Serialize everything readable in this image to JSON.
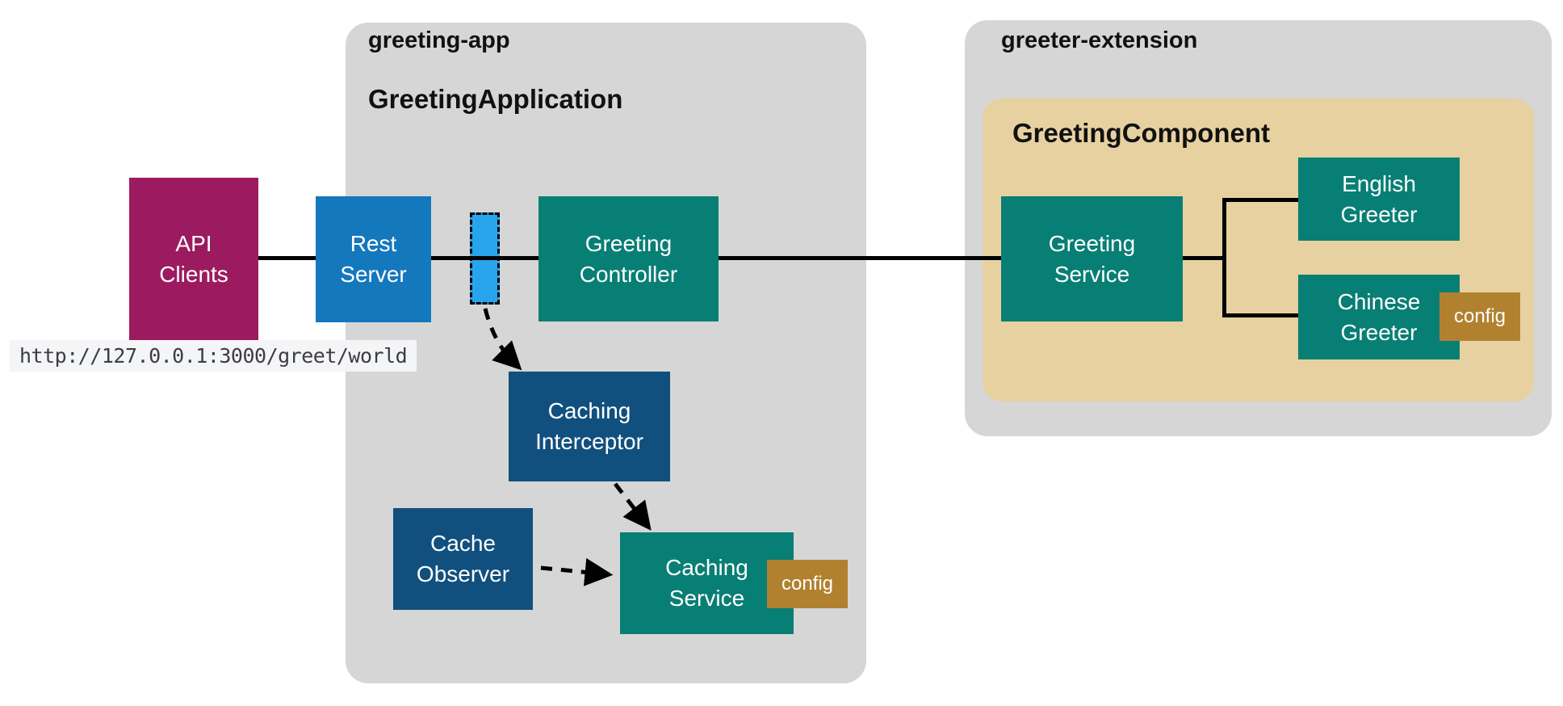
{
  "containers": {
    "greeting_app": {
      "label": "greeting-app",
      "application_label": "GreetingApplication"
    },
    "greeter_extension": {
      "label": "greeter-extension",
      "component_label": "GreetingComponent"
    }
  },
  "nodes": {
    "api_clients": {
      "label": "API\nClients"
    },
    "rest_server": {
      "label": "Rest\nServer"
    },
    "greeting_controller": {
      "label": "Greeting\nController"
    },
    "caching_interceptor": {
      "label": "Caching\nInterceptor"
    },
    "cache_observer": {
      "label": "Cache\nObserver"
    },
    "caching_service": {
      "label": "Caching\nService"
    },
    "greeting_service": {
      "label": "Greeting\nService"
    },
    "english_greeter": {
      "label": "English\nGreeter"
    },
    "chinese_greeter": {
      "label": "Chinese\nGreeter"
    },
    "caching_service_config": {
      "label": "config"
    },
    "chinese_greeter_config": {
      "label": "config"
    }
  },
  "url_label": {
    "text": "http://127.0.0.1:3000/greet/world"
  },
  "edges": {
    "solid": [
      "api_clients - rest_server",
      "rest_server - greeting_controller",
      "greeting_controller - greeting_service",
      "greeting_service - english_greeter",
      "greeting_service - chinese_greeter"
    ],
    "dashed_arrows": [
      "request_marker -> caching_interceptor",
      "caching_interceptor -> caching_service",
      "cache_observer -> caching_service"
    ]
  },
  "colors": {
    "container_gray": "#d6d6d6",
    "component_tan": "#e7d1a0",
    "teal": "#087f74",
    "navy": "#11507e",
    "magenta": "#9c1b60",
    "blue": "#1478bd",
    "marker_cyan": "#27a4ec",
    "config_bronze": "#b1812f",
    "line_black": "#000000",
    "url_chip_bg": "#f4f5f7"
  }
}
